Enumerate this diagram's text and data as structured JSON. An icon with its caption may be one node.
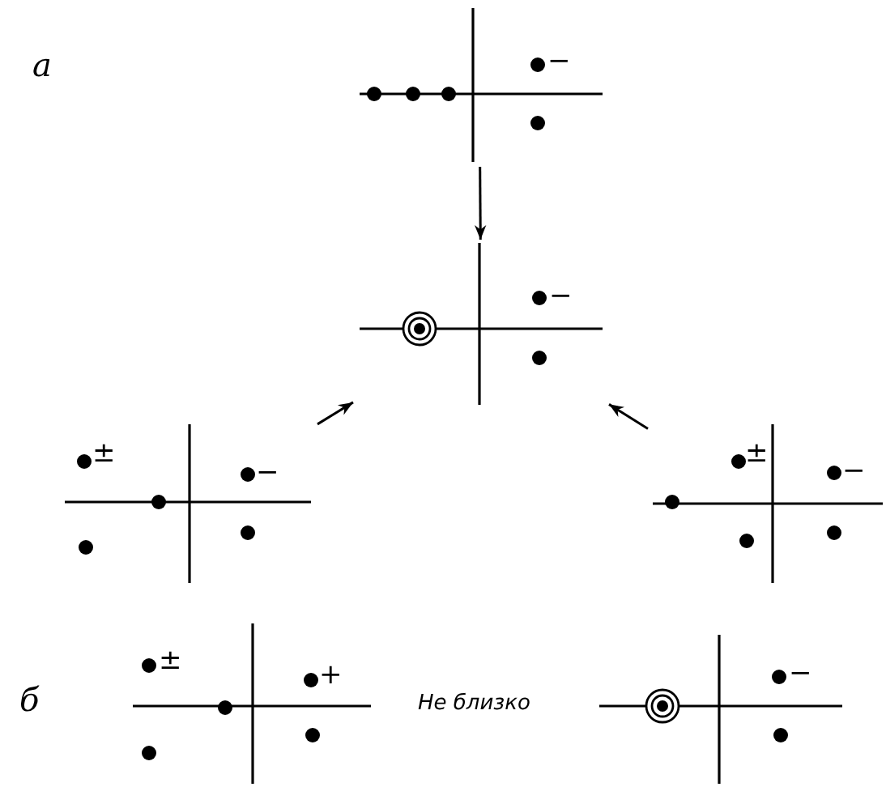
{
  "diagram": {
    "nodes": [
      {
        "text": [
          "−"
        ]
      },
      {
        "text": [
          "−"
        ]
      },
      {
        "text": [
          "±",
          "−"
        ]
      },
      {
        "text": [
          "±",
          "−"
        ]
      },
      {
        "text": [
          "±",
          "+"
        ]
      },
      {
        "text": [
          "−"
        ]
      }
    ],
    "edges": [
      {
        "from": 0,
        "to": 1,
        "arrow": "to"
      },
      {
        "from": 2,
        "to": 1,
        "arrow": "to"
      },
      {
        "from": 3,
        "to": 1,
        "arrow": "to"
      }
    ],
    "labels": [
      "а",
      "б",
      "Не близко"
    ]
  }
}
